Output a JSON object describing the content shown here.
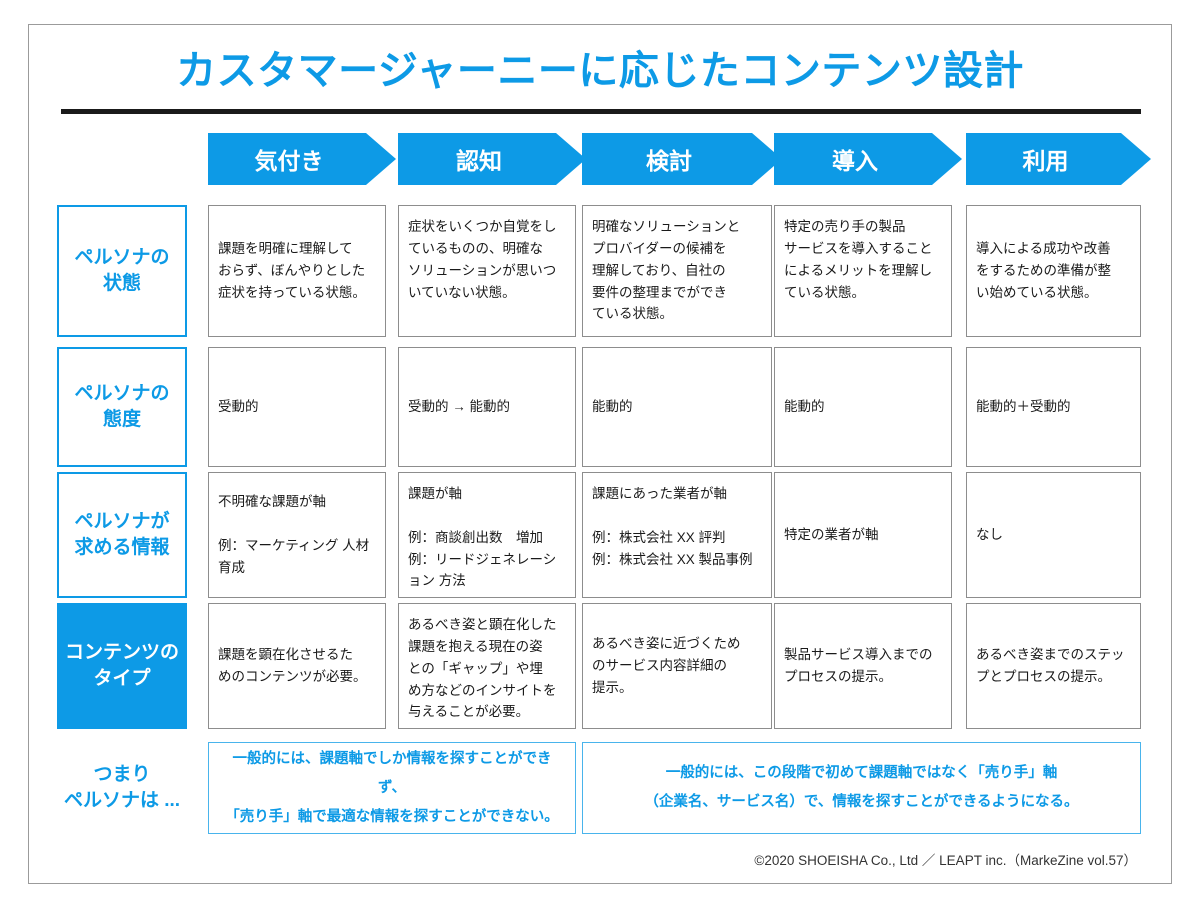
{
  "title": "カスタマージャーニーに応じたコンテンツ設計",
  "colors": {
    "accent_blue": "#0d9ae6",
    "summary_border": "#49b4ec",
    "cell_border": "#8d8d8d",
    "rule": "#1a1a1a",
    "page_border": "#9b9b9b"
  },
  "stages": [
    {
      "label": "気付き"
    },
    {
      "label": "認知"
    },
    {
      "label": "検討"
    },
    {
      "label": "導入"
    },
    {
      "label": "利用"
    }
  ],
  "rows": [
    {
      "label": "ペルソナの\n状態",
      "style": "outline",
      "cells": [
        "課題を明確に理解して\nおらず、ぼんやりとした\n症状を持っている状態。",
        "症状をいくつか自覚をし\nているものの、明確な\nソリューションが思いつ\nいていない状態。",
        "明確なソリューションと\nプロバイダーの候補を\n理解しており、自社の\n要件の整理までができ\nている状態。",
        "特定の売り手の製品\nサービスを導入すること\nによるメリットを理解し\nている状態。",
        "導入による成功や改善\nをするための準備が整\nい始めている状態。"
      ]
    },
    {
      "label": "ペルソナの\n態度",
      "style": "outline",
      "cells": [
        "受動的",
        "受動的 → 能動的",
        "能動的",
        "能動的",
        "能動的＋受動的"
      ]
    },
    {
      "label": "ペルソナが\n求める情報",
      "style": "outline",
      "cells": [
        "不明確な課題が軸\n\n例：マーケティング 人材育成",
        "課題が軸\n\n例：商談創出数　増加\n例：リードジェネレーション 方法",
        "課題にあった業者が軸\n\n例：株式会社 XX 評判\n例：株式会社 XX 製品事例",
        "特定の業者が軸",
        "なし"
      ]
    },
    {
      "label": "コンテンツの\nタイプ",
      "style": "filled",
      "cells": [
        "課題を顕在化させるた\nめのコンテンツが必要。",
        "あるべき姿と顕在化した\n課題を抱える現在の姿\nとの「ギャップ」や埋\nめ方などのインサイトを\n与えることが必要。",
        "あるべき姿に近づくため\nのサービス内容詳細の\n提示。",
        "製品サービス導入までの\nプロセスの提示。",
        "あるべき姿までのステッ\nプとプロセスの提示。"
      ]
    }
  ],
  "summary_row": {
    "label": "つまり\nペルソナは ...",
    "boxes": [
      "一般的には、課題軸でしか情報を探すことができず、\n「売り手」軸で最適な情報を探すことができない。",
      "一般的には、この段階で初めて課題軸ではなく「売り手」軸\n（企業名、サービス名）で、情報を探すことができるようになる。"
    ]
  },
  "footer": "©2020 SHOEISHA Co., Ltd ／ LEAPT inc.（MarkeZine vol.57）"
}
